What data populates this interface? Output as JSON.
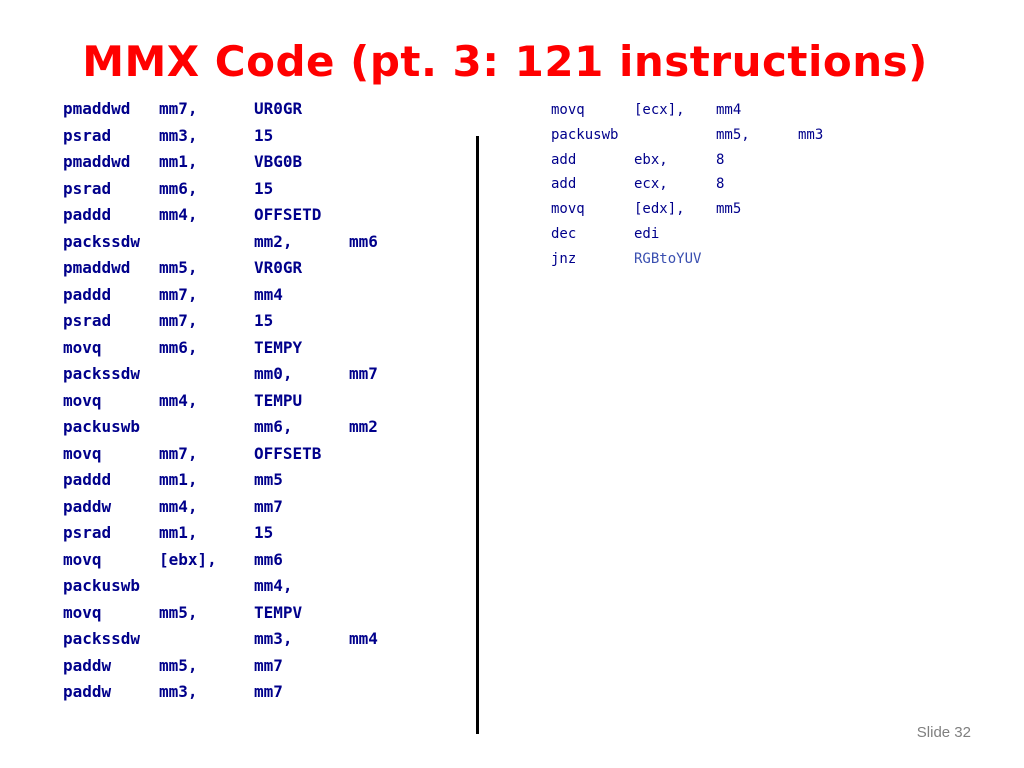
{
  "title": "MMX Code (pt. 3: 121 instructions)",
  "colors": {
    "title": "#ff0000",
    "code": "#00008b",
    "label_operand": "#3a4fb0",
    "divider": "#000000",
    "slide_number": "#7f7f7f"
  },
  "left_code": [
    [
      "pmaddwd",
      "mm7,",
      "UR0GR",
      ""
    ],
    [
      "psrad",
      "mm3,",
      "15",
      ""
    ],
    [
      "pmaddwd",
      "mm1,",
      "VBG0B",
      ""
    ],
    [
      "psrad",
      "mm6,",
      "15",
      ""
    ],
    [
      "paddd",
      "mm4,",
      "OFFSETD",
      ""
    ],
    [
      "packssdw",
      "",
      "mm2,",
      "mm6"
    ],
    [
      "pmaddwd",
      "mm5,",
      "VR0GR",
      ""
    ],
    [
      "paddd",
      "mm7,",
      "mm4",
      ""
    ],
    [
      "psrad",
      "mm7,",
      "15",
      ""
    ],
    [
      "movq",
      "mm6,",
      "TEMPY",
      ""
    ],
    [
      "packssdw",
      "",
      "mm0,",
      "mm7"
    ],
    [
      "movq",
      "mm4,",
      "TEMPU",
      ""
    ],
    [
      "packuswb",
      "",
      "mm6,",
      "mm2"
    ],
    [
      "movq",
      "mm7,",
      "OFFSETB",
      ""
    ],
    [
      "paddd",
      "mm1,",
      "mm5",
      ""
    ],
    [
      "paddw",
      "mm4,",
      "mm7",
      ""
    ],
    [
      "psrad",
      "mm1,",
      "15",
      ""
    ],
    [
      "movq",
      "[ebx],",
      "mm6",
      ""
    ],
    [
      "packuswb",
      "",
      "mm4,",
      ""
    ],
    [
      "movq",
      "mm5,",
      "TEMPV",
      ""
    ],
    [
      "packssdw",
      "",
      "mm3,",
      "mm4"
    ],
    [
      "paddw",
      "mm5,",
      "mm7",
      ""
    ],
    [
      "paddw",
      "mm3,",
      "mm7",
      ""
    ]
  ],
  "right_code": [
    [
      "movq",
      "[ecx],",
      "mm4",
      ""
    ],
    [
      "packuswb",
      "",
      "mm5,",
      "mm3"
    ],
    [
      "add",
      "ebx,",
      "8",
      ""
    ],
    [
      "add",
      "ecx,",
      "8",
      ""
    ],
    [
      "movq",
      "[edx],",
      "mm5",
      ""
    ],
    [
      "dec",
      "edi",
      "",
      ""
    ],
    [
      "jnz",
      "RGBtoYUV",
      "",
      ""
    ]
  ],
  "slide_number": "Slide 32"
}
